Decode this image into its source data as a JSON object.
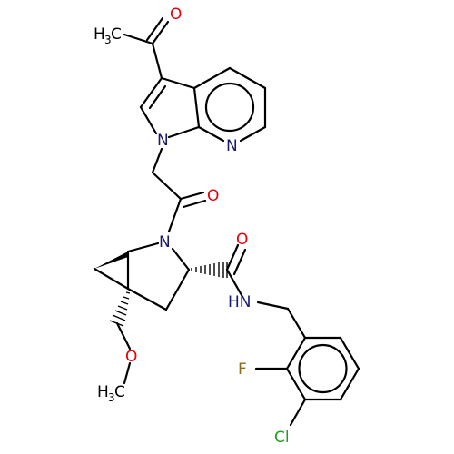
{
  "colors": {
    "bond": "#000000",
    "oxygen": "#e8000b",
    "nitrogen": "#191970",
    "fluorine": "#8a6d1e",
    "chlorine": "#1fa01f",
    "carbon": "#000000"
  },
  "labels": {
    "o_acetyl": "O",
    "ch3_acetyl_main": "H",
    "ch3_acetyl_c": "C",
    "ch3_acetyl_sub": "3",
    "n_indole": "N",
    "n_pyridine": "N",
    "o_glycolyl": "O",
    "n_pyrrolidine": "N",
    "o_amide": "O",
    "hn_amide": "HN",
    "f_atom": "F",
    "cl_atom": "Cl",
    "o_methoxy": "O",
    "ch3_methoxy_main": "H",
    "ch3_methoxy_c": "C",
    "ch3_methoxy_sub": "3"
  }
}
